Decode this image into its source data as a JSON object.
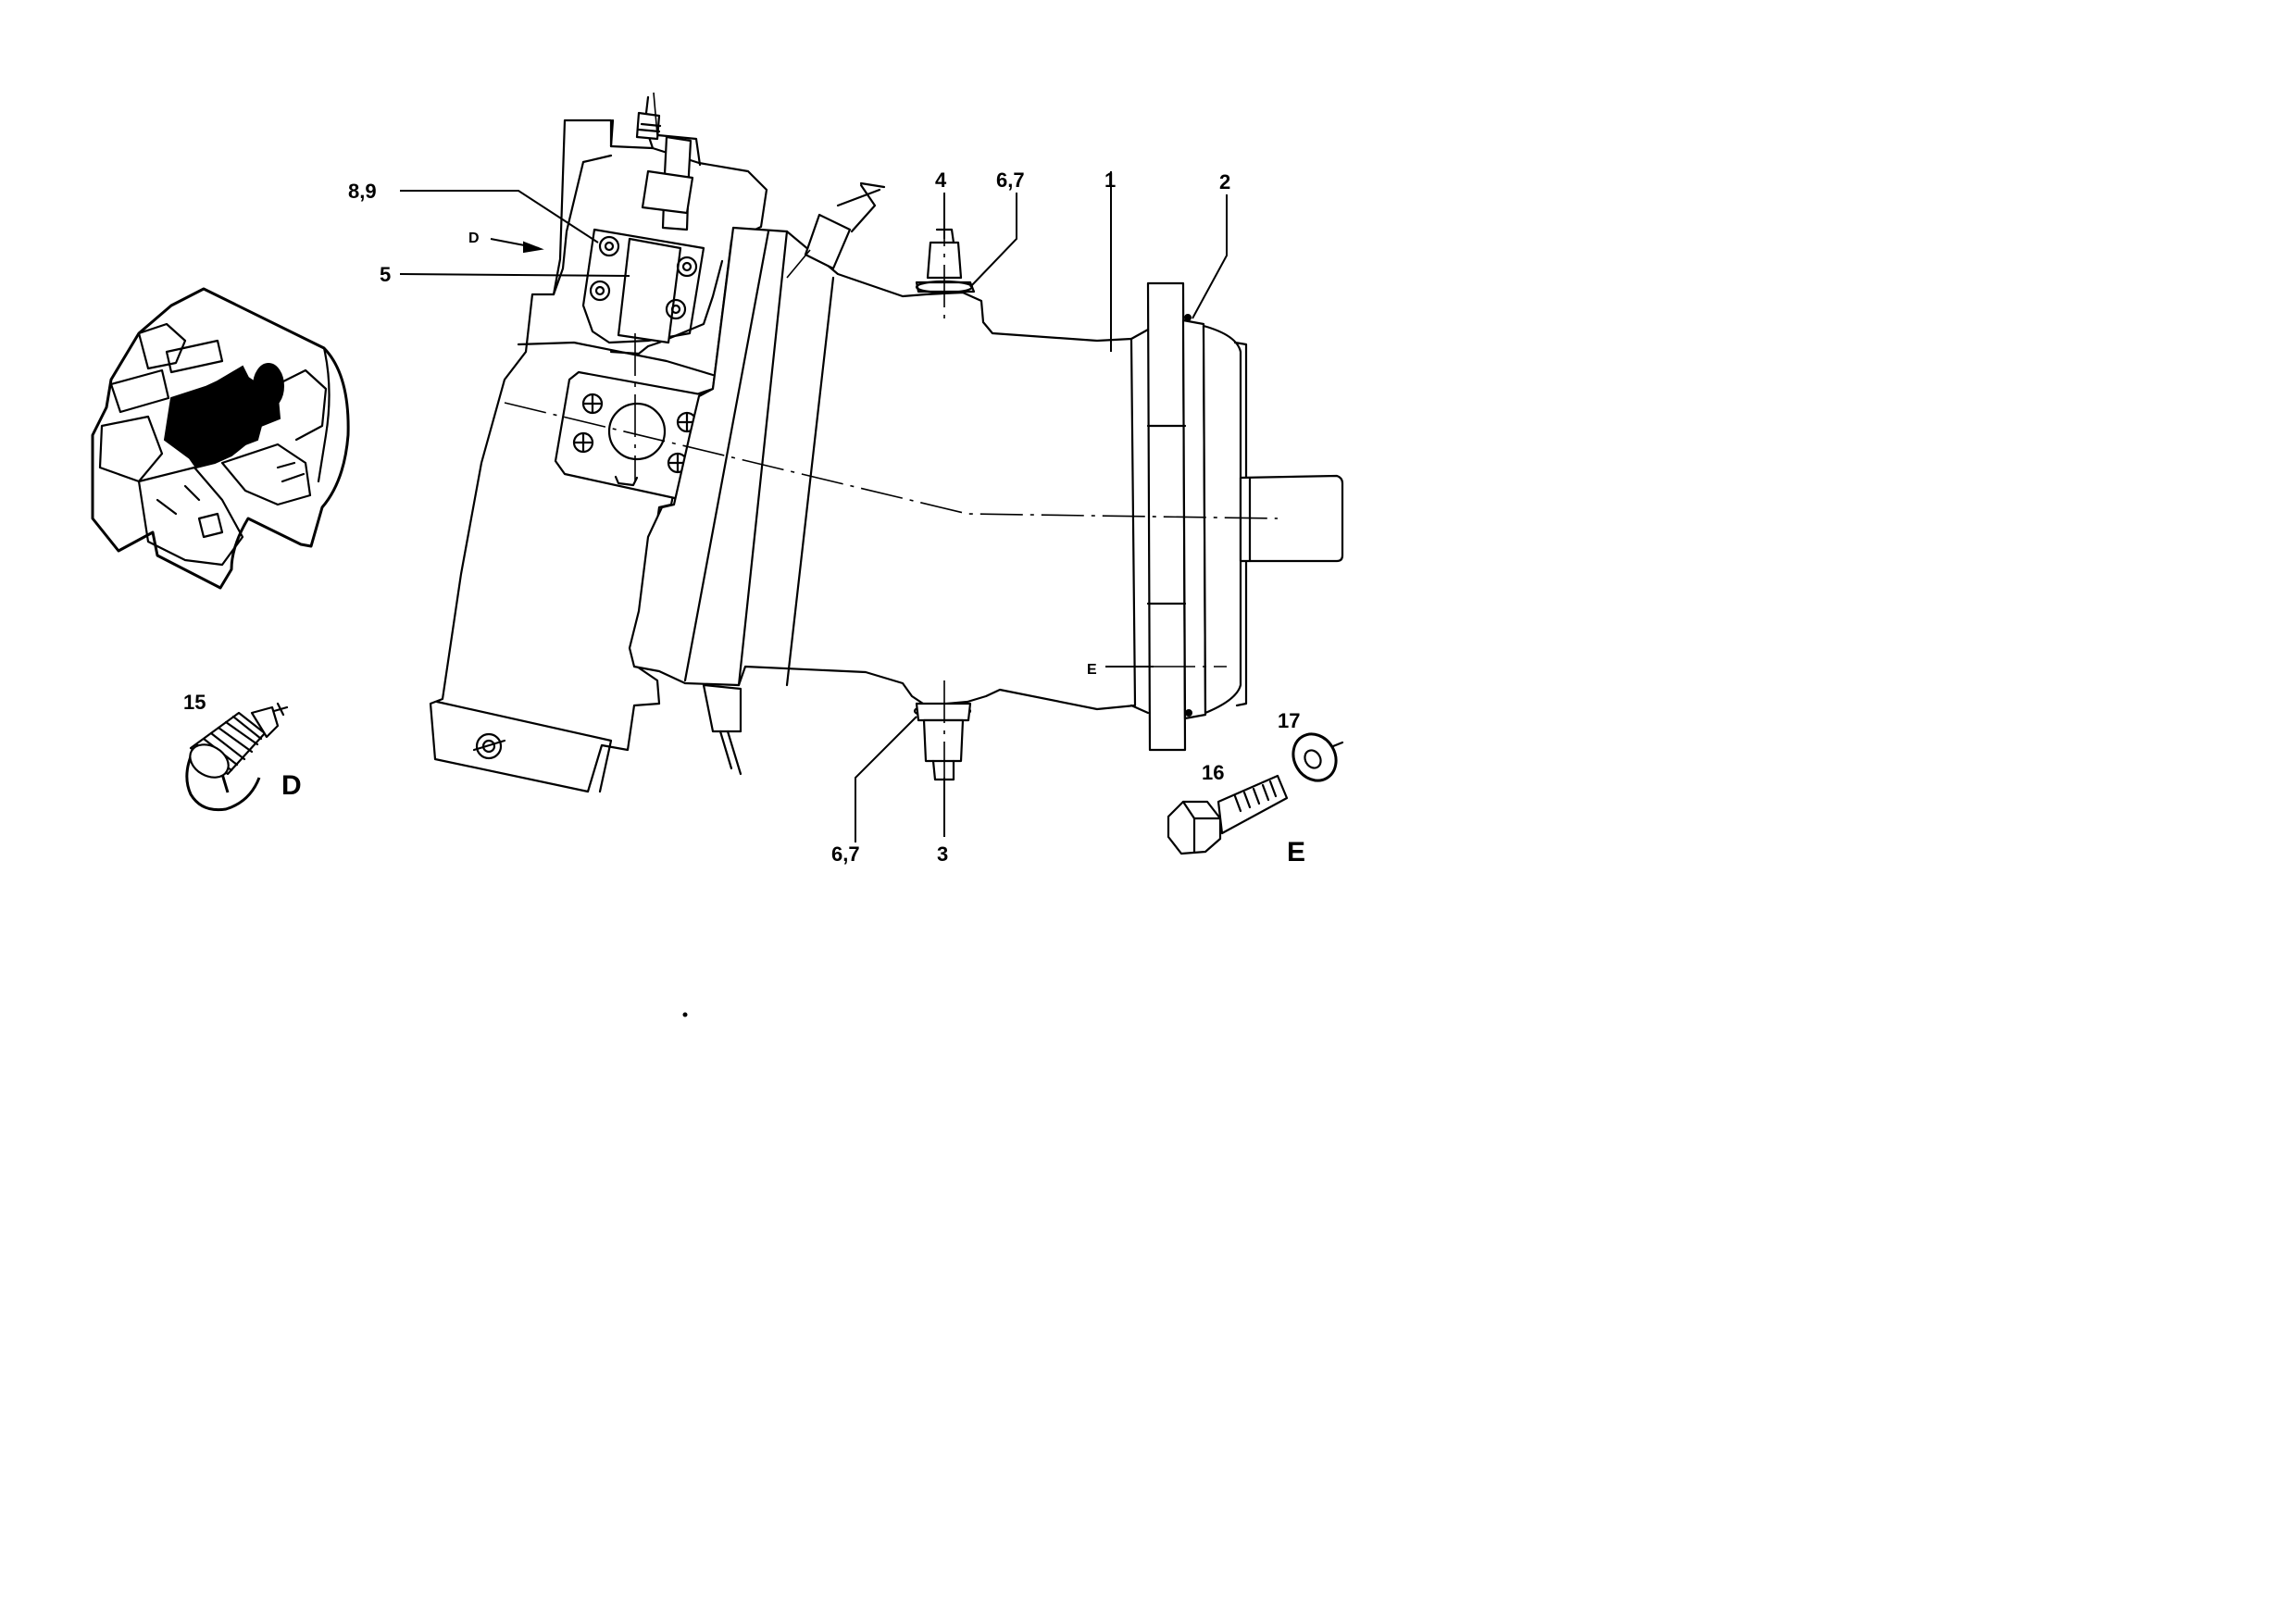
{
  "callouts": {
    "c1": "1",
    "c2": "2",
    "c3": "3",
    "c4": "4",
    "c5": "5",
    "c67_top": "6,7",
    "c67_bottom": "6,7",
    "c89": "8,9",
    "c15": "15",
    "c16": "16",
    "c17": "17"
  },
  "view_markers": {
    "d_arrow": "D",
    "e_arrow": "E",
    "d_detail": "D",
    "e_detail": "E"
  },
  "icons": [
    "pump-location-thumbnail",
    "drain-plug-detail",
    "bolt-icon",
    "washer-icon"
  ]
}
